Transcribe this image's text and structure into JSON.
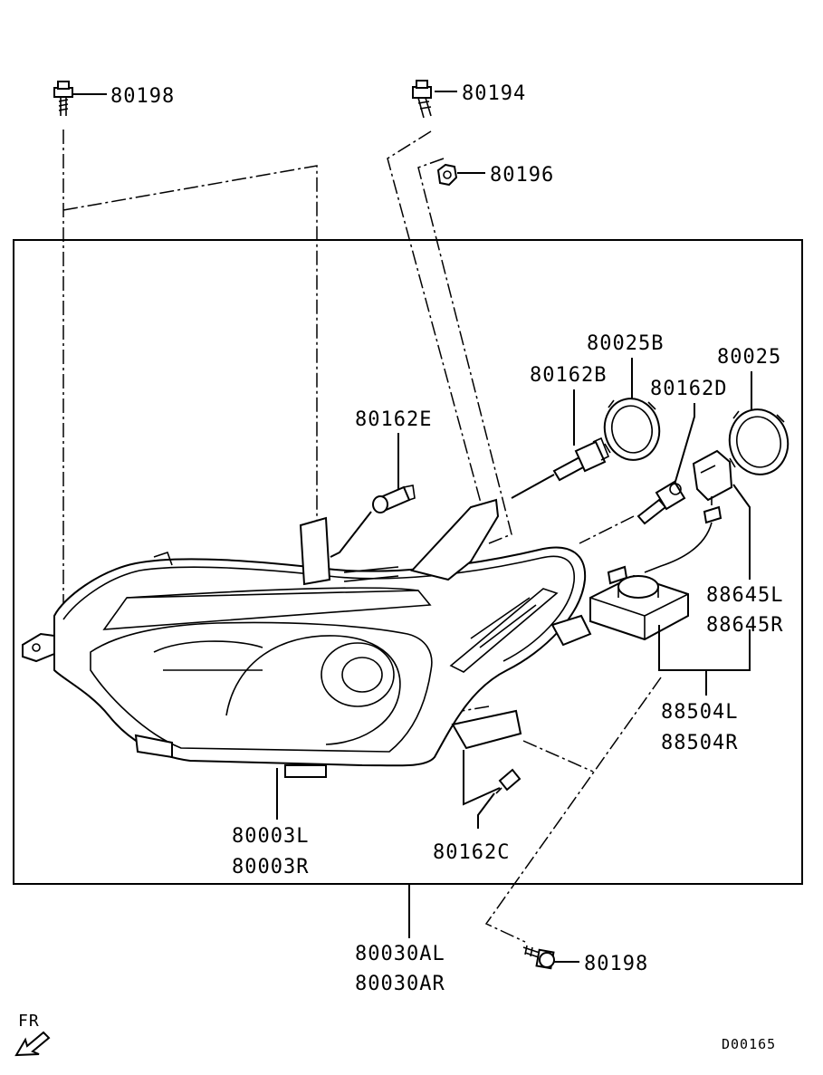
{
  "parts": {
    "p80198_top": "80198",
    "p80194": "80194",
    "p80196": "80196",
    "p80025B": "80025B",
    "p80025": "80025",
    "p80162B": "80162B",
    "p80162D": "80162D",
    "p80162E": "80162E",
    "p88645L": "88645L",
    "p88645R": "88645R",
    "p88504L": "88504L",
    "p88504R": "88504R",
    "p80003L": "80003L",
    "p80003R": "80003R",
    "p80162C": "80162C",
    "p80030AL": "80030AL",
    "p80030AR": "80030AR",
    "p80198_bottom": "80198"
  },
  "direction_label": "FR",
  "diagram_code": "D00165"
}
